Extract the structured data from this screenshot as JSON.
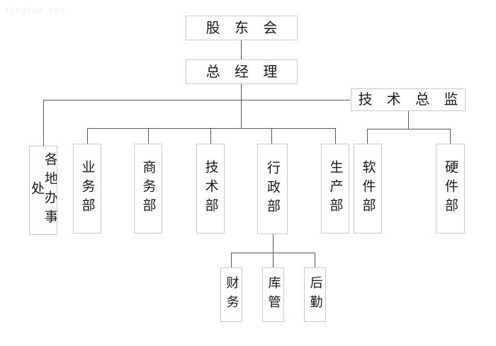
{
  "meta": {
    "watermark": "singhua.com",
    "line_color": "#55555a",
    "box_border_color": "#c9c9cc",
    "background": "#ffffff",
    "text_color": "#1a1a1a"
  },
  "chart_data": {
    "type": "diagram",
    "title": "",
    "diagram_kind": "organizational-chart",
    "nodes": [
      {
        "id": "shareholders",
        "label": "股 东 会",
        "level": 0,
        "orientation": "horizontal"
      },
      {
        "id": "gm",
        "label": "总 经 理",
        "level": 1,
        "orientation": "horizontal"
      },
      {
        "id": "cto",
        "label": "技 术 总 监",
        "level": 2,
        "orientation": "horizontal"
      },
      {
        "id": "local-offices",
        "label": "各地办事处",
        "level": 3,
        "orientation": "vertical"
      },
      {
        "id": "business",
        "label": "业务部",
        "level": 3,
        "orientation": "vertical"
      },
      {
        "id": "commerce",
        "label": "商务部",
        "level": 3,
        "orientation": "vertical"
      },
      {
        "id": "technical",
        "label": "技术部",
        "level": 3,
        "orientation": "vertical"
      },
      {
        "id": "admin",
        "label": "行政部",
        "level": 3,
        "orientation": "vertical"
      },
      {
        "id": "production",
        "label": "生产部",
        "level": 3,
        "orientation": "vertical"
      },
      {
        "id": "software",
        "label": "软件部",
        "level": 3,
        "orientation": "vertical"
      },
      {
        "id": "hardware",
        "label": "硬件部",
        "level": 3,
        "orientation": "vertical"
      },
      {
        "id": "finance",
        "label": "财务",
        "level": 4,
        "orientation": "vertical"
      },
      {
        "id": "warehouse",
        "label": "库管",
        "level": 4,
        "orientation": "vertical"
      },
      {
        "id": "logistics",
        "label": "后勤",
        "level": 4,
        "orientation": "vertical"
      }
    ],
    "edges": [
      {
        "from": "shareholders",
        "to": "gm"
      },
      {
        "from": "gm",
        "to": "cto"
      },
      {
        "from": "gm",
        "to": "local-offices"
      },
      {
        "from": "gm",
        "to": "business"
      },
      {
        "from": "gm",
        "to": "commerce"
      },
      {
        "from": "gm",
        "to": "technical"
      },
      {
        "from": "gm",
        "to": "admin"
      },
      {
        "from": "gm",
        "to": "production"
      },
      {
        "from": "cto",
        "to": "software"
      },
      {
        "from": "cto",
        "to": "hardware"
      },
      {
        "from": "admin",
        "to": "finance"
      },
      {
        "from": "admin",
        "to": "warehouse"
      },
      {
        "from": "admin",
        "to": "logistics"
      }
    ]
  },
  "nodes": {
    "shareholders": {
      "label": "股 东 会"
    },
    "gm": {
      "label": "总 经 理"
    },
    "cto": {
      "label": "技 术 总 监"
    },
    "local_offices": {
      "label": "各地办事处"
    },
    "business": {
      "label": "业务部"
    },
    "commerce": {
      "label": "商务部"
    },
    "technical": {
      "label": "技术部"
    },
    "admin": {
      "label": "行政部"
    },
    "production": {
      "label": "生产部"
    },
    "software": {
      "label": "软件部"
    },
    "hardware": {
      "label": "硬件部"
    },
    "finance": {
      "label": "财务"
    },
    "warehouse": {
      "label": "库管"
    },
    "logistics": {
      "label": "后勤"
    }
  }
}
